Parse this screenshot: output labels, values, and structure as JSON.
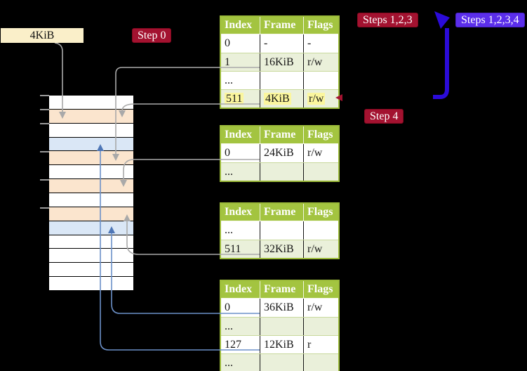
{
  "colors": {
    "background": "#000000",
    "table_header_green": "#A3C440",
    "table_border_green": "#9CBB3A",
    "table_row_shaded": "#EAF0DA",
    "highlight_yellow": "#FBF69E",
    "memory_frame_peach": "#FBE5CE",
    "memory_frame_blue": "#DAE7F6",
    "page_size_beige": "#FAEFC9",
    "step_chip_red": "#A31230",
    "steps_chip_violet": "#5B2EEB",
    "big_arrow_blue": "#2B0BD9",
    "connector_gray": "#A9A9A9",
    "connector_steel_blue": "#6B90C8"
  },
  "labels": {
    "page_size": "4KiB",
    "step0": "Step 0",
    "steps123": "Steps 1,2,3",
    "steps1234": "Steps 1,2,3,4",
    "step4": "Step 4"
  },
  "memory": {
    "rows": [
      "white",
      "peach",
      "white",
      "blue",
      "peach",
      "white",
      "peach",
      "white",
      "peach",
      "blue",
      "white",
      "white",
      "white",
      "white"
    ]
  },
  "tables": [
    {
      "id": "page-table-1",
      "headers": [
        "Index",
        "Frame",
        "Flags"
      ],
      "rows": [
        {
          "cells": [
            "0",
            "-",
            "-"
          ],
          "shaded": false,
          "highlight": false
        },
        {
          "cells": [
            "1",
            "16KiB",
            "r/w"
          ],
          "shaded": true,
          "highlight": false
        },
        {
          "cells": [
            "...",
            "",
            ""
          ],
          "shaded": false,
          "highlight": false
        },
        {
          "cells": [
            "511",
            "4KiB",
            "r/w"
          ],
          "shaded": true,
          "highlight": true
        }
      ]
    },
    {
      "id": "page-table-2",
      "headers": [
        "Index",
        "Frame",
        "Flags"
      ],
      "rows": [
        {
          "cells": [
            "0",
            "24KiB",
            "r/w"
          ],
          "shaded": false,
          "highlight": false
        },
        {
          "cells": [
            "...",
            "",
            ""
          ],
          "shaded": true,
          "highlight": false
        }
      ]
    },
    {
      "id": "page-table-3",
      "headers": [
        "Index",
        "Frame",
        "Flags"
      ],
      "rows": [
        {
          "cells": [
            "...",
            "",
            ""
          ],
          "shaded": false,
          "highlight": false
        },
        {
          "cells": [
            "511",
            "32KiB",
            "r/w"
          ],
          "shaded": true,
          "highlight": false
        }
      ]
    },
    {
      "id": "page-table-4",
      "headers": [
        "Index",
        "Frame",
        "Flags"
      ],
      "rows": [
        {
          "cells": [
            "0",
            "36KiB",
            "r/w"
          ],
          "shaded": false,
          "highlight": false
        },
        {
          "cells": [
            "...",
            "",
            ""
          ],
          "shaded": true,
          "highlight": false
        },
        {
          "cells": [
            "127",
            "12KiB",
            "r"
          ],
          "shaded": false,
          "highlight": false
        },
        {
          "cells": [
            "...",
            "",
            ""
          ],
          "shaded": true,
          "highlight": false
        }
      ]
    }
  ]
}
